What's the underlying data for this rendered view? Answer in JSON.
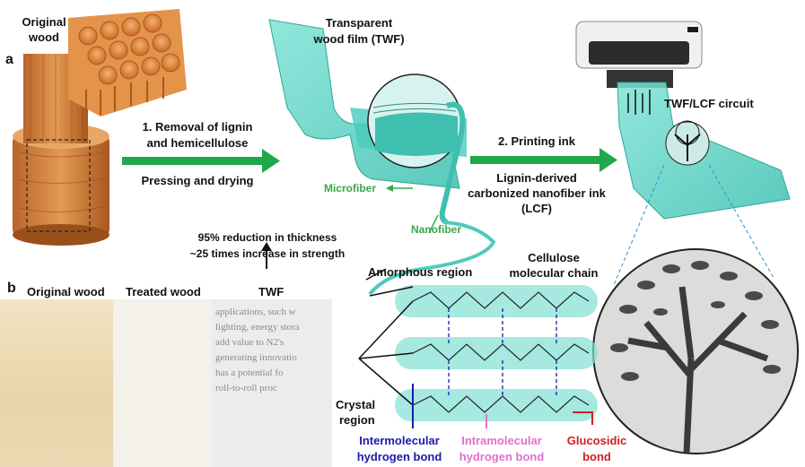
{
  "panel_a_label": "a",
  "panel_b_label": "b",
  "original_wood_label": "Original\nwood",
  "step1_line1": "1. Removal of lignin",
  "step1_line2": "and hemicellulose",
  "step1_line3": "Pressing and drying",
  "twf_title_line1": "Transparent",
  "twf_title_line2": "wood film (TWF)",
  "microfiber_label": "Microfiber",
  "nanofiber_label": "Nanofiber",
  "step2_title": "2. Printing ink",
  "ink_line1": "Lignin-derived",
  "ink_line2": "carbonized nanofiber ink",
  "ink_line3": "(LCF)",
  "circuit_label": "TWF/LCF circuit",
  "reduction_line1": "95% reduction in thickness",
  "reduction_line2": "~25 times increase in strength",
  "sample_labels": [
    "Original wood",
    "Treated wood",
    "TWF"
  ],
  "amorphous_label": "Amorphous region",
  "cellulose_line1": "Cellulose",
  "cellulose_line2": "molecular chain",
  "crystal_line1": "Crystal",
  "crystal_line2": "region",
  "intermolecular_line1": "Intermolecular",
  "intermolecular_line2": "hydrogen bond",
  "intramolecular_line1": "Intramolecular",
  "intramolecular_line2": "hydrogen bond",
  "glucosidic_line1": "Glucosidic",
  "glucosidic_line2": "bond",
  "colors": {
    "arrow_green": "#1fa84a",
    "film_cyan": "#5fd6c8",
    "wood_orange": "#d98a3a",
    "intermolecular_blue": "#1a1aa8",
    "intramolecular_pink": "#e070d0",
    "glucosidic_red": "#d02020",
    "label_green": "#3aa84a"
  }
}
